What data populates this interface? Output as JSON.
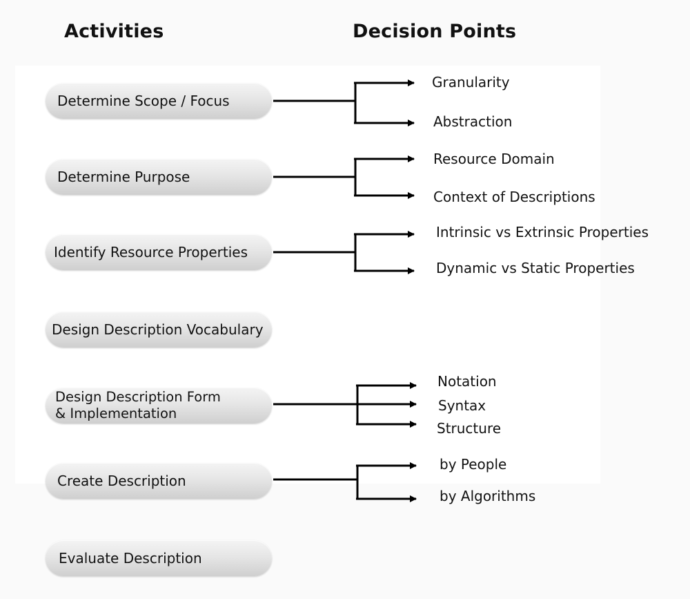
{
  "headings": {
    "activities": "Activities",
    "decision_points": "Decision Points"
  },
  "activities": [
    "Determine Scope / Focus",
    "Determine Purpose",
    "Identify Resource Properties",
    "Design Description Vocabulary",
    "Design Description Form\n& Implementation",
    "Create Description",
    "Evaluate Description"
  ],
  "decision_points": {
    "scope": [
      "Granularity",
      "Abstraction"
    ],
    "purpose": [
      "Resource Domain",
      "Context of Descriptions"
    ],
    "properties": [
      "Intrinsic vs Extrinsic Properties",
      "Dynamic vs Static Properties"
    ],
    "form": [
      "Notation",
      "Syntax",
      "Structure"
    ],
    "create": [
      "by People",
      "by Algorithms"
    ]
  }
}
